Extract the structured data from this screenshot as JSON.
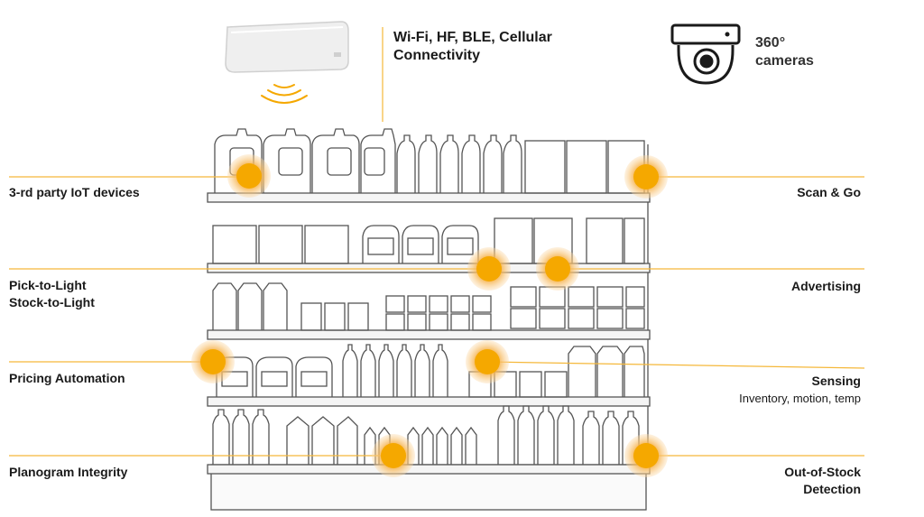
{
  "header": {
    "connectivity_line1": "Wi-Fi, HF, BLE, Cellular",
    "connectivity_line2": "Connectivity",
    "camera_line1": "360°",
    "camera_line2": "cameras"
  },
  "left_labels": {
    "iot": "3-rd party IoT devices",
    "pick_line1": "Pick-to-Light",
    "pick_line2": "Stock-to-Light",
    "pricing": "Pricing Automation",
    "planogram": "Planogram Integrity"
  },
  "right_labels": {
    "scan": "Scan & Go",
    "advertising": "Advertising",
    "sensing": "Sensing",
    "sensing_sub": "Inventory, motion, temp",
    "oos_line1": "Out-of-Stock",
    "oos_line2": "Detection"
  },
  "colors": {
    "accent": "#F5A800",
    "halo": "#F8C98A",
    "line": "#F5B83A",
    "sketch": "#555555"
  },
  "icons": [
    "access-point-icon",
    "wifi-waves-icon",
    "camera-icon"
  ]
}
